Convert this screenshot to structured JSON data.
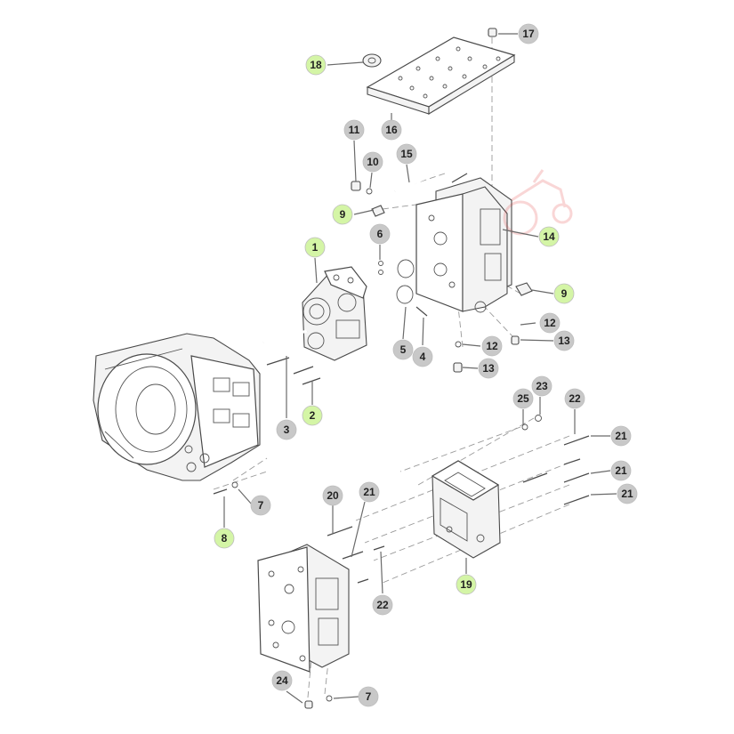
{
  "diagram": {
    "watermark_text": "",
    "colors": {
      "callout_gray": "#c8c8c8",
      "callout_green": "#d4f5a6",
      "watermark_red": "#e23a3a"
    },
    "callouts": [
      {
        "id": "c17",
        "label": "17",
        "style": "gray"
      },
      {
        "id": "c18",
        "label": "18",
        "style": "green"
      },
      {
        "id": "c16",
        "label": "16",
        "style": "gray"
      },
      {
        "id": "c11",
        "label": "11",
        "style": "gray"
      },
      {
        "id": "c10",
        "label": "10",
        "style": "gray"
      },
      {
        "id": "c15",
        "label": "15",
        "style": "gray"
      },
      {
        "id": "c9a",
        "label": "9",
        "style": "green"
      },
      {
        "id": "c14",
        "label": "14",
        "style": "green"
      },
      {
        "id": "c6",
        "label": "6",
        "style": "gray"
      },
      {
        "id": "c1",
        "label": "1",
        "style": "green"
      },
      {
        "id": "c9b",
        "label": "9",
        "style": "green"
      },
      {
        "id": "c12a",
        "label": "12",
        "style": "gray"
      },
      {
        "id": "c5",
        "label": "5",
        "style": "gray"
      },
      {
        "id": "c4",
        "label": "4",
        "style": "gray"
      },
      {
        "id": "c12b",
        "label": "12",
        "style": "gray"
      },
      {
        "id": "c13a",
        "label": "13",
        "style": "gray"
      },
      {
        "id": "c13b",
        "label": "13",
        "style": "gray"
      },
      {
        "id": "c2",
        "label": "2",
        "style": "green"
      },
      {
        "id": "c3",
        "label": "3",
        "style": "gray"
      },
      {
        "id": "c25",
        "label": "25",
        "style": "gray"
      },
      {
        "id": "c23",
        "label": "23",
        "style": "gray"
      },
      {
        "id": "c22a",
        "label": "22",
        "style": "gray"
      },
      {
        "id": "c21a",
        "label": "21",
        "style": "gray"
      },
      {
        "id": "c21b",
        "label": "21",
        "style": "gray"
      },
      {
        "id": "c21c",
        "label": "21",
        "style": "gray"
      },
      {
        "id": "c7a",
        "label": "7",
        "style": "gray"
      },
      {
        "id": "c8",
        "label": "8",
        "style": "green"
      },
      {
        "id": "c20",
        "label": "20",
        "style": "gray"
      },
      {
        "id": "c21d",
        "label": "21",
        "style": "gray"
      },
      {
        "id": "c19",
        "label": "19",
        "style": "green"
      },
      {
        "id": "c22b",
        "label": "22",
        "style": "gray"
      },
      {
        "id": "c24",
        "label": "24",
        "style": "gray"
      },
      {
        "id": "c7b",
        "label": "7",
        "style": "gray"
      }
    ]
  }
}
